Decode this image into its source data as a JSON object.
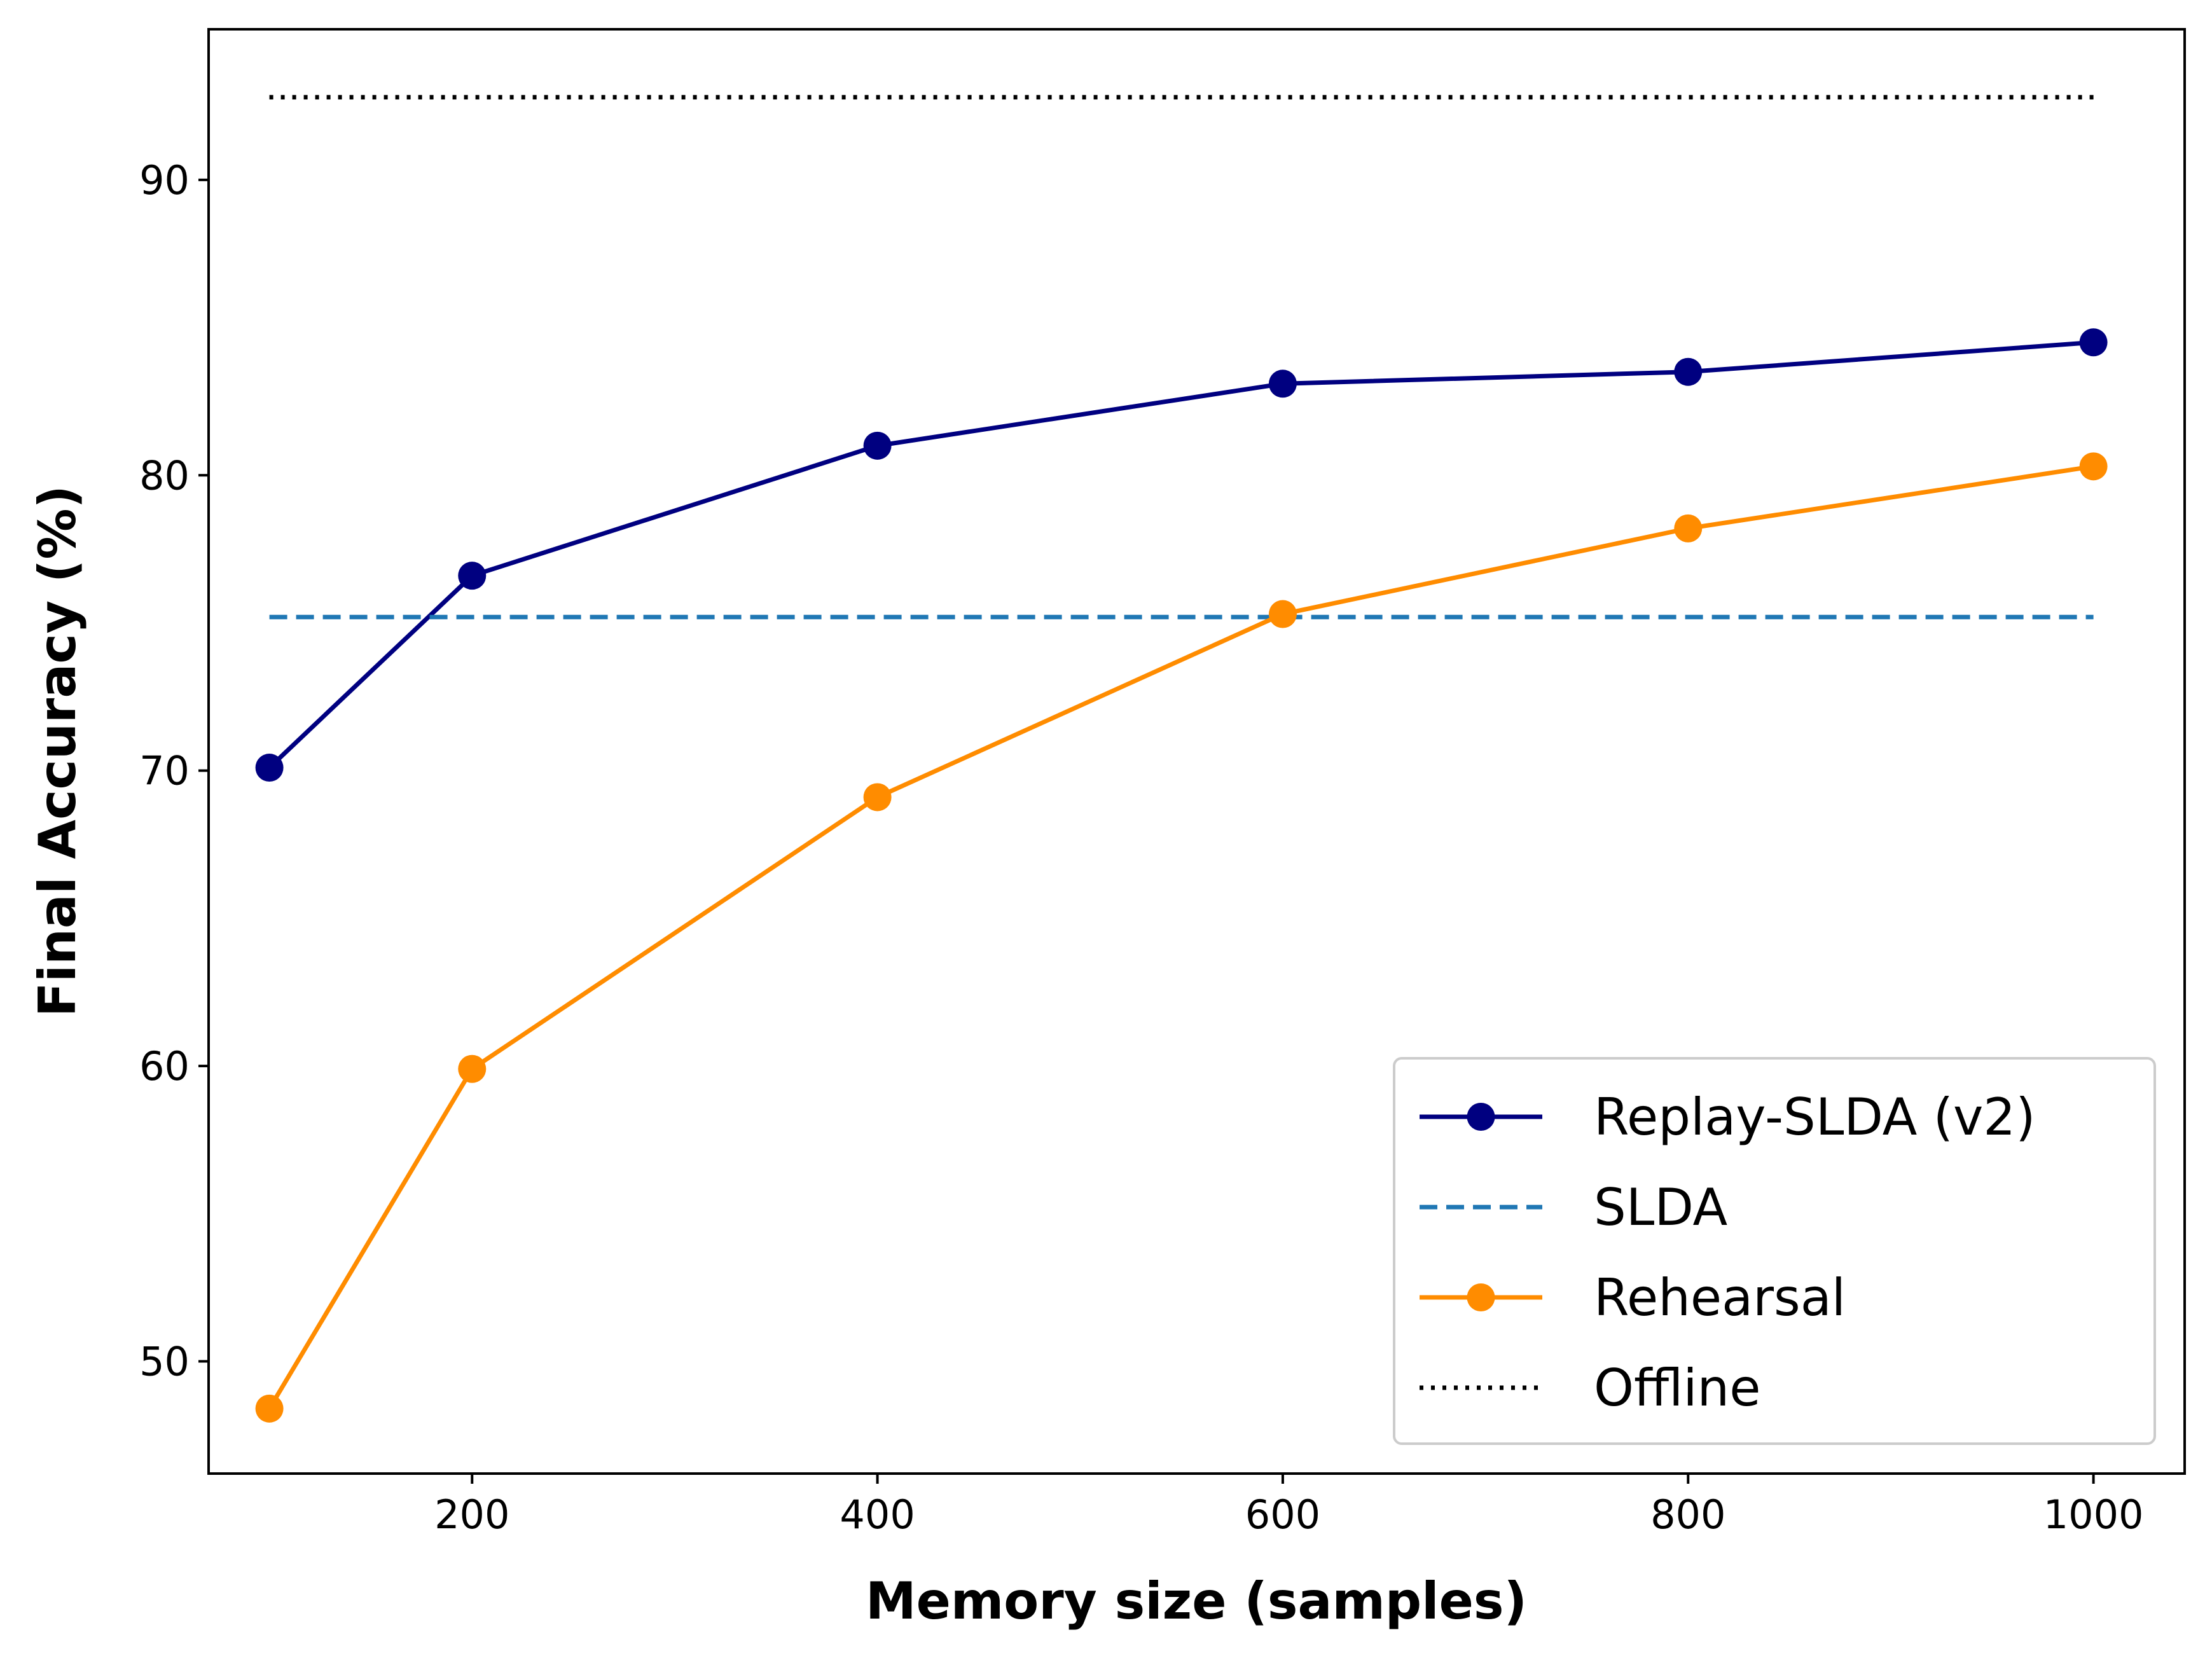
{
  "chart_data": {
    "type": "line",
    "title": "",
    "xlabel": "Memory size (samples)",
    "ylabel": "Final Accuracy (%)",
    "xlim": [
      70,
      1045
    ],
    "ylim": [
      46.2,
      95.1
    ],
    "xticks": [
      200,
      400,
      600,
      800,
      1000
    ],
    "yticks": [
      50,
      60,
      70,
      80,
      90
    ],
    "grid": false,
    "legend_position": "lower-right",
    "series": [
      {
        "name": "Replay-SLDA (v2)",
        "color": "#000080",
        "style": "solid-marker",
        "x": [
          100,
          200,
          400,
          600,
          800,
          1000
        ],
        "values": [
          70.1,
          76.6,
          81.0,
          83.1,
          83.5,
          84.5
        ]
      },
      {
        "name": "SLDA",
        "color": "#1f77b4",
        "style": "dashed",
        "x": [
          100,
          1000
        ],
        "values": [
          75.2,
          75.2
        ]
      },
      {
        "name": "Rehearsal",
        "color": "#ff8c00",
        "style": "solid-marker",
        "x": [
          100,
          200,
          400,
          600,
          800,
          1000
        ],
        "values": [
          48.4,
          59.9,
          69.1,
          75.3,
          78.2,
          80.3
        ]
      },
      {
        "name": "Offline",
        "color": "#000000",
        "style": "dotted",
        "x": [
          100,
          1000
        ],
        "values": [
          92.8,
          92.8
        ]
      }
    ]
  }
}
